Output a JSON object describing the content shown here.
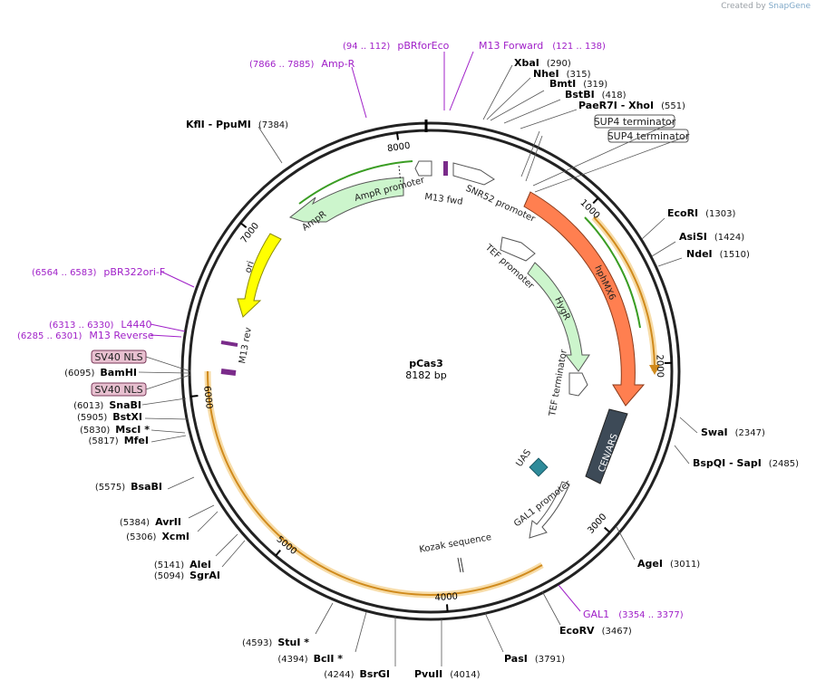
{
  "credit": {
    "prefix": "Created by",
    "brand": "SnapGene"
  },
  "plasmid": {
    "name": "pCas3",
    "length_label": "8182 bp",
    "length": 8182
  },
  "ticks": [
    {
      "value": 1000,
      "label": "1000"
    },
    {
      "value": 2000,
      "label": "2000"
    },
    {
      "value": 3000,
      "label": "3000"
    },
    {
      "value": 4000,
      "label": "4000"
    },
    {
      "value": 5000,
      "label": "5000"
    },
    {
      "value": 6000,
      "label": "6000"
    },
    {
      "value": 7000,
      "label": "7000"
    },
    {
      "value": 8000,
      "label": "8000"
    }
  ],
  "enzymes": [
    {
      "name": "XbaI",
      "pos": "(290)"
    },
    {
      "name": "NheI",
      "pos": "(315)"
    },
    {
      "name": "BmtI",
      "pos": "(319)"
    },
    {
      "name": "BstBI",
      "pos": "(418)"
    },
    {
      "name": "PaeR7I  - XhoI",
      "pos": "(551)"
    },
    {
      "name": "EcoRI",
      "pos": "(1303)"
    },
    {
      "name": "AsiSI",
      "pos": "(1424)"
    },
    {
      "name": "NdeI",
      "pos": "(1510)"
    },
    {
      "name": "SwaI",
      "pos": "(2347)"
    },
    {
      "name": "BspQI  - SapI",
      "pos": "(2485)"
    },
    {
      "name": "AgeI",
      "pos": "(3011)"
    },
    {
      "name": "EcoRV",
      "pos": "(3467)"
    },
    {
      "name": "PasI",
      "pos": "(3791)"
    },
    {
      "name": "PvuII",
      "pos": "(4014)"
    },
    {
      "name": "BsrGI",
      "pos": "(4244)"
    },
    {
      "name": "BclI *",
      "pos": "(4394)"
    },
    {
      "name": "StuI *",
      "pos": "(4593)"
    },
    {
      "name": "SgrAI",
      "pos": "(5094)"
    },
    {
      "name": "AleI",
      "pos": "(5141)"
    },
    {
      "name": "XcmI",
      "pos": "(5306)"
    },
    {
      "name": "AvrII",
      "pos": "(5384)"
    },
    {
      "name": "BsaBI",
      "pos": "(5575)"
    },
    {
      "name": "MfeI",
      "pos": "(5817)"
    },
    {
      "name": "MscI *",
      "pos": "(5830)"
    },
    {
      "name": "BstXI",
      "pos": "(5905)"
    },
    {
      "name": "SnaBI",
      "pos": "(6013)"
    },
    {
      "name": "BamHI",
      "pos": "(6095)"
    },
    {
      "name": "KflI  - PpuMI",
      "pos": "(7384)"
    }
  ],
  "primers": [
    {
      "range": "(94 .. 112)",
      "name": "pBRforEco"
    },
    {
      "range": "(121 .. 138)",
      "name": "M13 Forward"
    },
    {
      "range": "(7866 .. 7885)",
      "name": "Amp-R"
    },
    {
      "range": "(6564 .. 6583)",
      "name": "pBR322ori-F"
    },
    {
      "range": "(6313 .. 6330)",
      "name": "L4440"
    },
    {
      "range": "(6285 .. 6301)",
      "name": "M13 Reverse"
    },
    {
      "range": "(3354 .. 3377)",
      "name": "GAL1"
    }
  ],
  "boxed_features": [
    {
      "name": "SUP4 terminator"
    },
    {
      "name": "SUP4 terminator"
    },
    {
      "name": "SV40 NLS"
    },
    {
      "name": "SV40 NLS"
    }
  ],
  "features": {
    "ampr": "AmpR",
    "ampr_promoter": "AmpR promoter",
    "m13_fwd": "M13 fwd",
    "snr52_promoter": "SNR52 promoter",
    "hphmx6": "hphMX6",
    "tef_promoter": "TEF promoter",
    "hygr": "HygR",
    "tef_terminator": "TEF terminator",
    "cen_ars": "CEN/ARS",
    "uas": "UAS",
    "gal1_promoter": "GAL1 promoter",
    "kozak": "Kozak sequence",
    "ori": "ori",
    "m13_rev": "M13 rev"
  },
  "colors": {
    "ampr": "#ccf5cc",
    "hphmx6": "#ff7f50",
    "hygr": "#ccf5cc",
    "cen_ars": "#3d4a57",
    "uas": "#2e8b9a",
    "ori": "#ffff00",
    "orf": "#f0ad4e",
    "orf_green": "#3a9d23",
    "nls": "#e8c0d0",
    "primer": "#a020c8"
  }
}
